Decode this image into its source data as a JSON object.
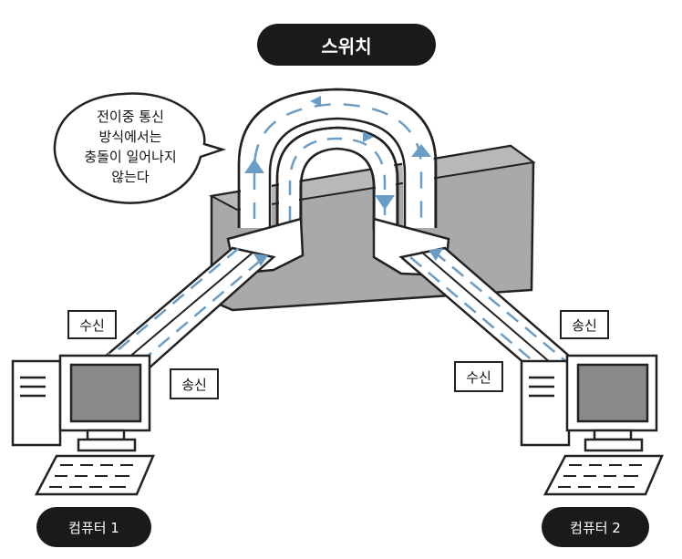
{
  "title": "스위치",
  "bubble_lines": [
    "전이중 통신",
    "방식에서는",
    "충돌이 일어나지",
    "않는다"
  ],
  "computers": [
    {
      "label": "컴퓨터 1",
      "receive_label": "수신",
      "send_label": "송신"
    },
    {
      "label": "컴퓨터 2",
      "receive_label": "수신",
      "send_label": "송신"
    }
  ],
  "colors": {
    "switch_body": "#a9a9a9",
    "screen": "#8a8a8a",
    "arrow": "#6b9cc4",
    "pill": "#1a1a1a",
    "outline": "#222222"
  }
}
